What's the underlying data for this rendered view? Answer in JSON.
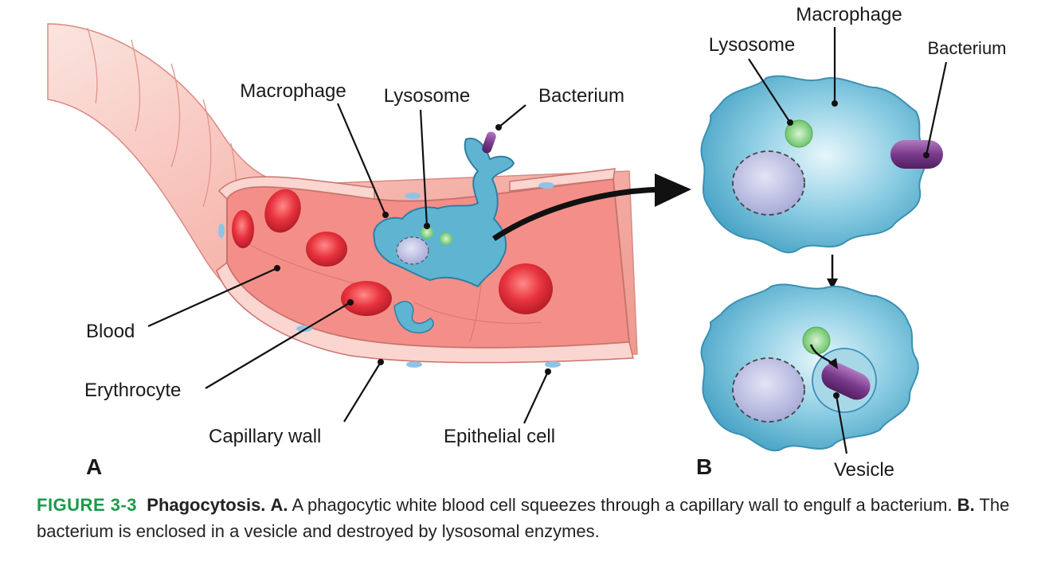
{
  "panel_a": {
    "letter": "A",
    "labels": {
      "macrophage": "Macrophage",
      "lysosome": "Lysosome",
      "bacterium": "Bacterium",
      "blood": "Blood",
      "erythrocyte": "Erythrocyte",
      "capillary_wall": "Capillary wall",
      "epithelial_cell": "Epithelial cell"
    }
  },
  "panel_b": {
    "letter": "B",
    "labels": {
      "macrophage": "Macrophage",
      "lysosome": "Lysosome",
      "bacterium": "Bacterium",
      "vesicle": "Vesicle"
    }
  },
  "caption": {
    "figure_label": "FIGURE 3-3",
    "title": "Phagocytosis.",
    "a_marker": "A.",
    "a_text": "A phagocytic white blood cell squeezes through a capillary wall to engulf a bacterium.",
    "b_marker": "B.",
    "b_text": "The bacterium is enclosed in a vesicle and destroyed by lysosomal enzymes."
  },
  "colors": {
    "capillary": "#f3a8a0",
    "erythrocyte": "#e0303a",
    "macrophage": "#5fb4d2",
    "nucleus": "#c7c9ec",
    "lysosome": "#8fd48a",
    "bacterium": "#7a3a8c",
    "figure_label": "#1a9a4a"
  }
}
